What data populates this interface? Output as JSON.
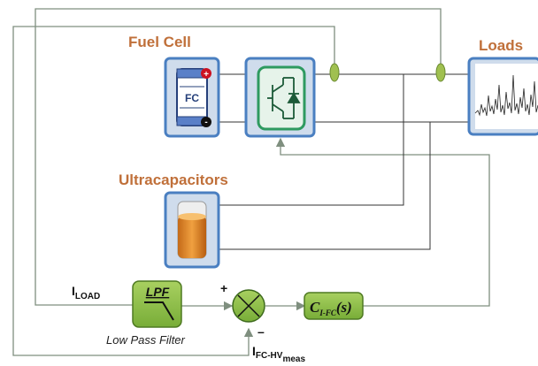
{
  "blocks": {
    "fuel_cell": {
      "title": "Fuel Cell",
      "icon_text": "FC",
      "plus": "+",
      "minus": "-"
    },
    "loads": {
      "title": "Loads"
    },
    "ultracapacitors": {
      "title": "Ultracapacitors"
    },
    "lpf": {
      "label": "LPF",
      "caption": "Low Pass Filter"
    },
    "controller": {
      "label_main": "C",
      "label_sub": "I-FC",
      "label_rest": "(s)"
    }
  },
  "signals": {
    "i_load": {
      "main": "I",
      "sub": "LOAD"
    },
    "i_fc": {
      "main": "I",
      "sub": "FC-HV",
      "subsub": "meas"
    }
  },
  "summing_junction": {
    "plus": "+",
    "minus": "–"
  },
  "colors": {
    "block_border": "#4a7fc1",
    "block_fill": "#cfdcec",
    "green_block": "#8cc04a",
    "wire": "#7f8f7f",
    "title_orange": "#c0703a",
    "sensor": "#a0c050"
  }
}
